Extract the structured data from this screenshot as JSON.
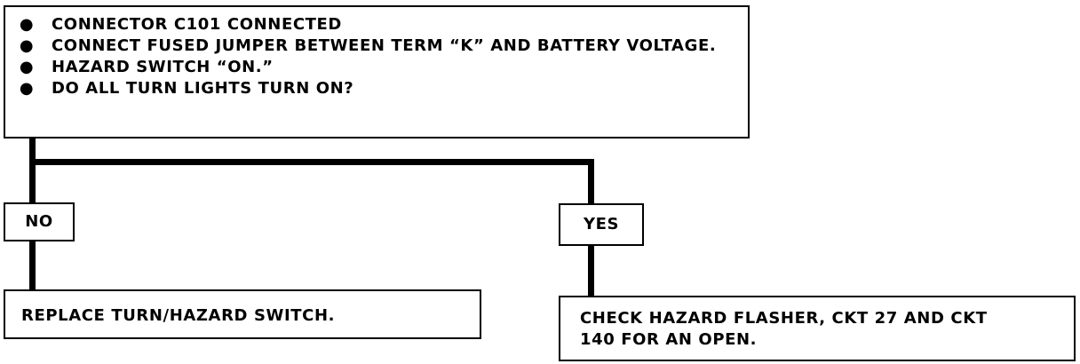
{
  "start_box": {
    "steps": [
      "CONNECTOR C101 CONNECTED",
      "CONNECT FUSED JUMPER BETWEEN TERM “K” AND BATTERY VOLTAGE.",
      "HAZARD SWITCH “ON.”",
      "DO ALL TURN LIGHTS TURN ON?"
    ],
    "bullet": "●"
  },
  "branches": {
    "no": {
      "label": "NO",
      "result": "REPLACE TURN/HAZARD SWITCH."
    },
    "yes": {
      "label": "YES",
      "result_line1": "CHECK HAZARD FLASHER, CKT 27 AND CKT",
      "result_line2": "140 FOR AN OPEN."
    }
  }
}
